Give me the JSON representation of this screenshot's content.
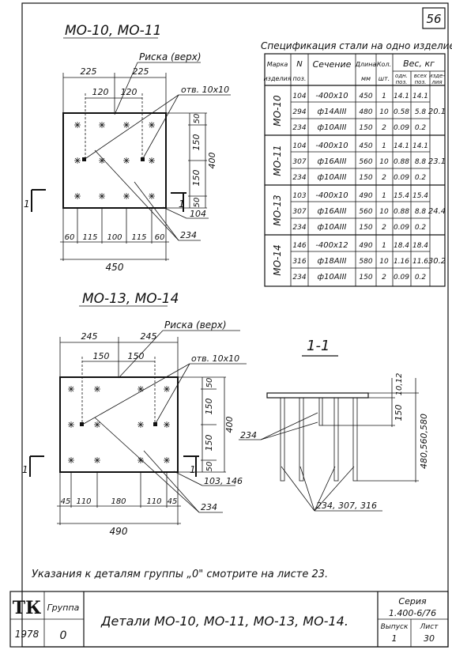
{
  "sheet": {
    "page_number": "56",
    "note": "Указания к деталям группы „0\" смотрите на листе 23."
  },
  "detail_a": {
    "title": "МО-10, МО-11",
    "risk_label": "Риска (верх)",
    "hole_label": "отв. 10х10",
    "dims_top": [
      "225",
      "225"
    ],
    "dims_inner": [
      "120",
      "120"
    ],
    "dims_right": [
      "50",
      "150",
      "150",
      "50"
    ],
    "dim_height": "400",
    "dims_bottom": [
      "60",
      "115",
      "100",
      "115",
      "60"
    ],
    "dim_width": "450",
    "part_labels": [
      "104",
      "234"
    ],
    "section_mark": "1"
  },
  "detail_b": {
    "title": "МО-13, МО-14",
    "risk_label": "Риска (верх)",
    "hole_label": "отв. 10х10",
    "dims_top": [
      "245",
      "245"
    ],
    "dims_inner": [
      "150",
      "150"
    ],
    "dims_right": [
      "50",
      "150",
      "150",
      "50"
    ],
    "dim_height": "400",
    "dims_bottom": [
      "45",
      "110",
      "180",
      "110",
      "45"
    ],
    "dim_width": "490",
    "part_labels": [
      "103, 146",
      "234"
    ],
    "section_mark": "1"
  },
  "section": {
    "title": "1-1",
    "dim_top": "10,12",
    "dim_mid": "150",
    "dim_long": "480,560,580",
    "label_left": "234",
    "label_bottom": "234, 307, 316"
  },
  "spec_table": {
    "title": "Спецификация стали на одно изделие",
    "headers": {
      "mark": [
        "Марка",
        "изделия"
      ],
      "pos": [
        "N",
        "поз."
      ],
      "section": "Сечение",
      "length": [
        "Длина",
        "мм"
      ],
      "qty": [
        "Кол.",
        "шт."
      ],
      "weight": "Вес, кг",
      "w_one": [
        "одн.",
        "поз."
      ],
      "w_all": [
        "всех",
        "поз."
      ],
      "w_item": [
        "изде-",
        "лия"
      ]
    },
    "groups": [
      {
        "mark": "МО-10",
        "total": "20.1",
        "rows": [
          {
            "pos": "104",
            "section": "-400х10",
            "length": "450",
            "qty": "1",
            "w_one": "14.1",
            "w_all": "14.1"
          },
          {
            "pos": "294",
            "section": "ф14АIII",
            "length": "480",
            "qty": "10",
            "w_one": "0.58",
            "w_all": "5.8"
          },
          {
            "pos": "234",
            "section": "ф10АIII",
            "length": "150",
            "qty": "2",
            "w_one": "0.09",
            "w_all": "0.2"
          }
        ]
      },
      {
        "mark": "МО-11",
        "total": "23.1",
        "rows": [
          {
            "pos": "104",
            "section": "-400х10",
            "length": "450",
            "qty": "1",
            "w_one": "14.1",
            "w_all": "14.1"
          },
          {
            "pos": "307",
            "section": "ф16АIII",
            "length": "560",
            "qty": "10",
            "w_one": "0.88",
            "w_all": "8.8"
          },
          {
            "pos": "234",
            "section": "ф10АIII",
            "length": "150",
            "qty": "2",
            "w_one": "0.09",
            "w_all": "0.2"
          }
        ]
      },
      {
        "mark": "МО-13",
        "total": "24.4",
        "rows": [
          {
            "pos": "103",
            "section": "-400х10",
            "length": "490",
            "qty": "1",
            "w_one": "15.4",
            "w_all": "15.4"
          },
          {
            "pos": "307",
            "section": "ф16АIII",
            "length": "560",
            "qty": "10",
            "w_one": "0.88",
            "w_all": "8.8"
          },
          {
            "pos": "234",
            "section": "ф10АIII",
            "length": "150",
            "qty": "2",
            "w_one": "0.09",
            "w_all": "0.2"
          }
        ]
      },
      {
        "mark": "МО-14",
        "total": "30.2",
        "rows": [
          {
            "pos": "146",
            "section": "-400х12",
            "length": "490",
            "qty": "1",
            "w_one": "18.4",
            "w_all": "18.4"
          },
          {
            "pos": "316",
            "section": "ф18АIII",
            "length": "580",
            "qty": "10",
            "w_one": "1.16",
            "w_all": "11.6"
          },
          {
            "pos": "234",
            "section": "ф10АIII",
            "length": "150",
            "qty": "2",
            "w_one": "0.09",
            "w_all": "0.2"
          }
        ]
      }
    ]
  },
  "title_block": {
    "logo": "ТК",
    "group_label": "Группа",
    "year": "1978",
    "group_value": "0",
    "drawing_title": "Детали МО-10, МО-11, МО-13, МО-14.",
    "series_label": "Серия",
    "series_value": "1.400-6/76",
    "issue_label": "Выпуск",
    "issue_value": "1",
    "sheet_label": "Лист",
    "sheet_value": "30"
  }
}
